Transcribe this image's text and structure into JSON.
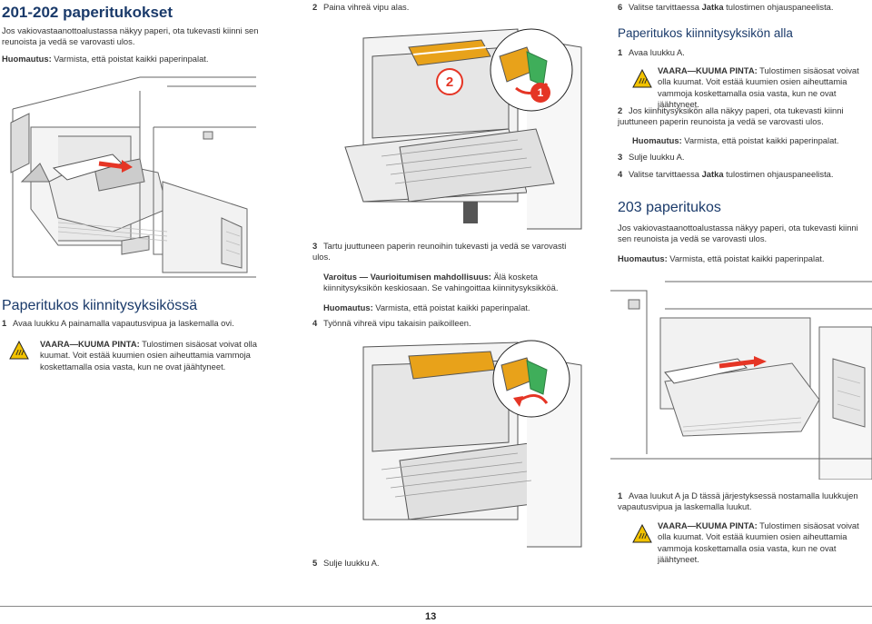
{
  "left": {
    "title": "201-202 paperitukokset",
    "intro": "Jos vakiovastaanottoalustassa näkyy paperi, ota tukevasti kiinni sen reunoista ja vedä se varovasti ulos.",
    "note_label": "Huomautus:",
    "note_text": " Varmista, että poistat kaikki paperinpalat.",
    "section_title": "Paperitukos kiinnitysyksikössä",
    "step1_num": "1",
    "step1": "Avaa luukku A painamalla vapautusvipua ja laskemalla ovi.",
    "warn_label": "VAARA—KUUMA PINTA:",
    "warn_text": " Tulostimen sisäosat voivat olla kuumat. Voit estää kuumien osien aiheuttamia vammoja koskettamalla osia vasta, kun ne ovat jäähtyneet."
  },
  "middle": {
    "step2_num": "2",
    "step2": "Paina vihreä vipu alas.",
    "step3_num": "3",
    "step3": "Tartu juuttuneen paperin reunoihin tukevasti ja vedä se varovasti ulos.",
    "caution_label": "Varoitus — Vaurioitumisen mahdollisuus:",
    "caution_text": " Älä kosketa kiinnitysyksikön keskiosaan. Se vahingoittaa kiinnitysyksikköä.",
    "note_label": "Huomautus:",
    "note_text": " Varmista, että poistat kaikki paperinpalat.",
    "step4_num": "4",
    "step4": "Työnnä vihreä vipu takaisin paikoilleen.",
    "step5_num": "5",
    "step5": "Sulje luukku A.",
    "callout_2": "2",
    "callout_1": "1"
  },
  "right": {
    "step6_num": "6",
    "step6_pre": "Valitse tarvittaessa ",
    "step6_bold": "Jatka",
    "step6_post": " tulostimen ohjauspaneelista.",
    "section1_title": "Paperitukos kiinnitysyksikön alla",
    "s1_step1_num": "1",
    "s1_step1": "Avaa luukku A.",
    "warn1_label": "VAARA—KUUMA PINTA:",
    "warn1_text": " Tulostimen sisäosat voivat olla kuumat. Voit estää kuumien osien aiheuttamia vammoja koskettamalla osia vasta, kun ne ovat jäähtyneet.",
    "s1_step2_num": "2",
    "s1_step2": "Jos kiinnitysyksikön alla näkyy paperi, ota tukevasti kiinni juuttuneen paperin reunoista ja vedä se varovasti ulos.",
    "s1_note_label": "Huomautus:",
    "s1_note_text": " Varmista, että poistat kaikki paperinpalat.",
    "s1_step3_num": "3",
    "s1_step3": "Sulje luukku A.",
    "s1_step4_num": "4",
    "s1_step4_pre": "Valitse tarvittaessa ",
    "s1_step4_bold": "Jatka",
    "s1_step4_post": " tulostimen ohjauspaneelista.",
    "section2_title": "203 paperitukos",
    "s2_intro": "Jos vakiovastaanottoalustassa näkyy paperi, ota tukevasti kiinni sen reunoista ja vedä se varovasti ulos.",
    "s2_note_label": "Huomautus:",
    "s2_note_text": " Varmista, että poistat kaikki paperinpalat.",
    "s2_step1_num": "1",
    "s2_step1": "Avaa luukut A ja D tässä järjestyksessä nostamalla luukkujen vapautusvipua ja laskemalla luukut.",
    "warn2_label": "VAARA—KUUMA PINTA:",
    "warn2_text": " Tulostimen sisäosat voivat olla kuumat. Voit estää kuumien osien aiheuttamia vammoja koskettamalla osia vasta, kun ne ovat jäähtyneet."
  },
  "page_number": "13",
  "colors": {
    "heading": "#1a3a6a",
    "warning_yellow": "#f2c200",
    "callout_red": "#e53525",
    "lever_green": "#3fae5a",
    "fuser_orange": "#e8a21a"
  }
}
